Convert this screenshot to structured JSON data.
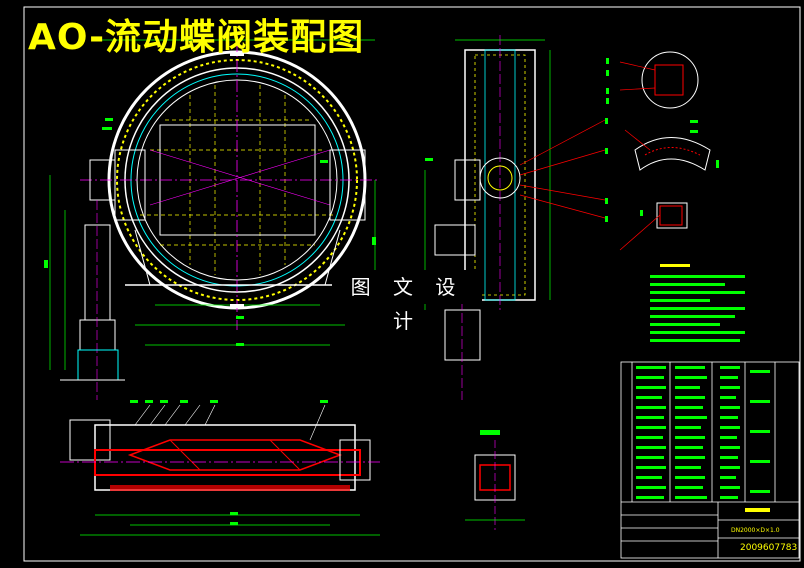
{
  "drawing": {
    "title": "AO-流动蝶阀装配图",
    "watermark": "图 文 设 计",
    "titleblock_number": "2009607783",
    "titleblock_name": "DN2000×D×1.0"
  },
  "colors": {
    "background": "#000000",
    "title": "#ffff00",
    "frame": "#ffffff",
    "outline": "#ffffff",
    "centerline": "#ff00ff",
    "hatch": "#ff0000",
    "dimension": "#00ff00",
    "hidden": "#ffff00",
    "section": "#00ffff"
  }
}
